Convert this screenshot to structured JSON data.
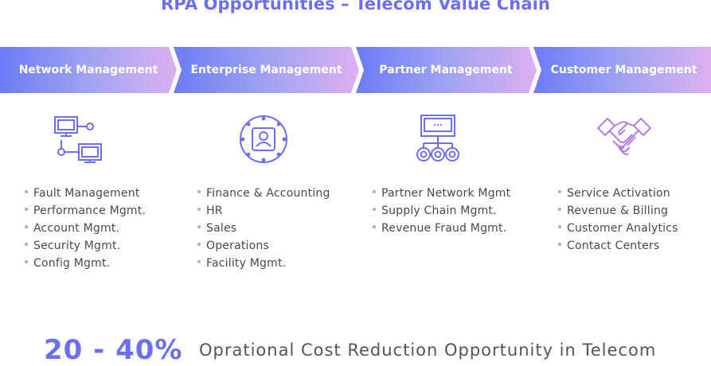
{
  "title": "RPA Opportunities – Telecom Value Chain",
  "colors": {
    "accent": "#6c6ff2",
    "gradient_start": "#6c7bf5",
    "gradient_end": "#dcb0f0"
  },
  "stages": [
    {
      "label": "Network Management",
      "icon": "network-computers-icon",
      "items": [
        "Fault Management",
        "Performance Mgmt.",
        "Account Mgmt.",
        "Security Mgmt.",
        "Config Mgmt."
      ]
    },
    {
      "label": "Enterprise Management",
      "icon": "enterprise-user-circle-icon",
      "items": [
        "Finance & Accounting",
        "HR",
        "Sales",
        "Operations",
        "Facility Mgmt."
      ]
    },
    {
      "label": "Partner Management",
      "icon": "partner-hierarchy-icon",
      "items": [
        "Partner Network Mgmt",
        "Supply Chain Mgmt.",
        "Revenue Fraud Mgmt."
      ]
    },
    {
      "label": "Customer Management",
      "icon": "handshake-icon",
      "items": [
        "Service Activation",
        "Revenue & Billing",
        "Customer Analytics",
        "Contact Centers"
      ]
    }
  ],
  "stat": {
    "value": "20 - 40%",
    "text": "Oprational Cost Reduction Opportunity in Telecom"
  }
}
